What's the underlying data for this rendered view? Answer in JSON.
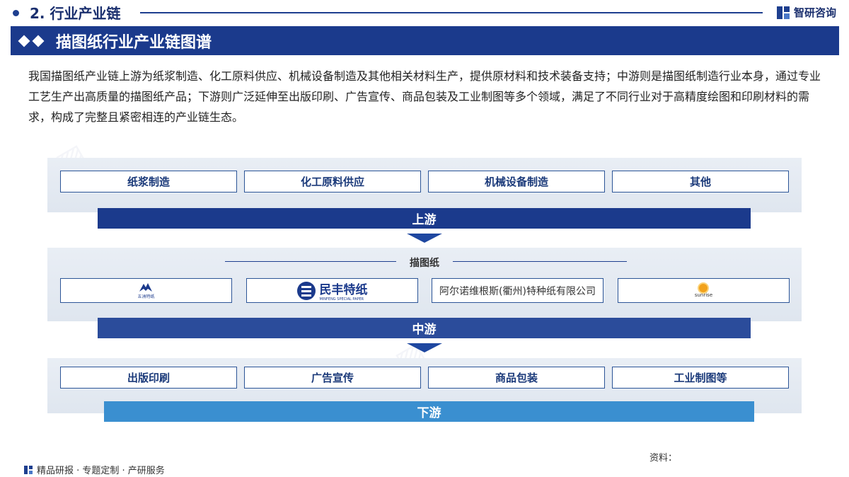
{
  "header": {
    "section_title": "2. 行业产业链",
    "brand": "智研咨询"
  },
  "title": "描图纸行业产业链图谱",
  "intro": "我国描图纸产业链上游为纸浆制造、化工原料供应、机械设备制造及其他相关材料生产，提供原材料和技术装备支持；中游则是描图纸制造行业本身，通过专业工艺生产出高质量的描图纸产品；下游则广泛延伸至出版印刷、广告宣传、商品包装及工业制图等多个领域，满足了不同行业对于高精度绘图和印刷材料的需求，构成了完整且紧密相连的产业链生态。",
  "upstream": {
    "items": [
      "纸浆制造",
      "化工原料供应",
      "机械设备制造",
      "其他"
    ],
    "label": "上游"
  },
  "midstream": {
    "product": "描图纸",
    "logo_captions": [
      "五洲特纸",
      "民丰特纸",
      "MINFENG SPECIAL PAPER"
    ],
    "company3": "阿尔诺维根斯(衢州)特种纸有限公司",
    "logo4_text": "sunrise",
    "label": "中游"
  },
  "downstream": {
    "items": [
      "出版印刷",
      "广告宣传",
      "商品包装",
      "工业制图等"
    ],
    "label": "下游"
  },
  "footer": {
    "tagline": "精品研报 · 专题定制 · 产研服务",
    "source_label": "资料："
  },
  "colors": {
    "navy": "#1b3a8c",
    "band_mid": "#2b4c9b",
    "band_down": "#3a8fd0"
  }
}
